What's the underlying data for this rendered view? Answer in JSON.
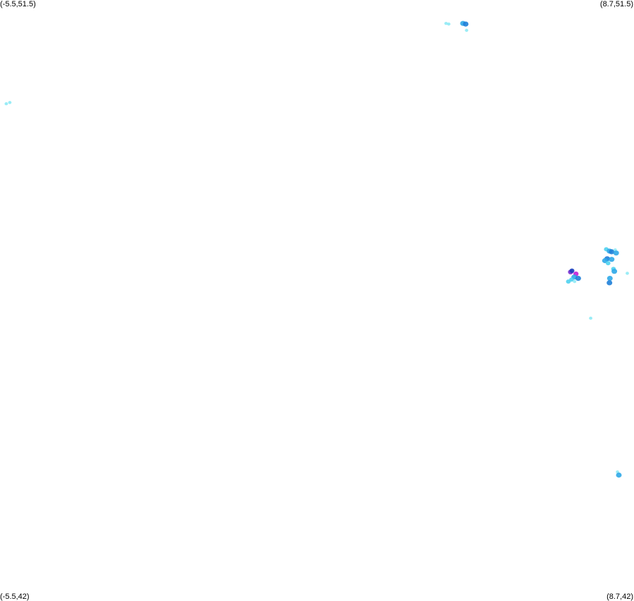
{
  "map": {
    "corners": {
      "top_left": "(-5.5,51.5)",
      "top_right": "(8.7,51.5)",
      "bottom_left": "(-5.5,42)",
      "bottom_right": "(8.7,42)"
    },
    "bounds": {
      "lon_min": -5.5,
      "lon_max": 8.7,
      "lat_min": 42,
      "lat_max": 51.5
    },
    "palette": {
      "background": "#ffffff",
      "light_cyan": "#8feaf5",
      "cyan": "#4fd2f0",
      "sky_blue": "#2fa8e8",
      "blue": "#1f7fd8",
      "dark_blue": "#1a3fbf",
      "purple": "#7a2fd0",
      "magenta": "#c21fd6"
    },
    "echoes": [
      {
        "lon": 4.49,
        "lat": 51.13,
        "intensity": "light_cyan"
      },
      {
        "lon": 4.55,
        "lat": 51.12,
        "intensity": "light_cyan"
      },
      {
        "lon": 4.87,
        "lat": 51.13,
        "intensity": "sky_blue"
      },
      {
        "lon": 4.93,
        "lat": 51.12,
        "intensity": "blue"
      },
      {
        "lon": 4.95,
        "lat": 51.02,
        "intensity": "light_cyan"
      },
      {
        "lon": -5.36,
        "lat": 49.86,
        "intensity": "light_cyan"
      },
      {
        "lon": -5.28,
        "lat": 49.88,
        "intensity": "light_cyan"
      },
      {
        "lon": 7.28,
        "lat": 47.2,
        "intensity": "purple"
      },
      {
        "lon": 7.31,
        "lat": 47.22,
        "intensity": "dark_blue"
      },
      {
        "lon": 7.4,
        "lat": 47.17,
        "intensity": "magenta"
      },
      {
        "lon": 7.36,
        "lat": 47.12,
        "intensity": "sky_blue"
      },
      {
        "lon": 7.45,
        "lat": 47.1,
        "intensity": "blue"
      },
      {
        "lon": 7.3,
        "lat": 47.08,
        "intensity": "cyan"
      },
      {
        "lon": 7.37,
        "lat": 47.05,
        "intensity": "light_cyan"
      },
      {
        "lon": 7.23,
        "lat": 47.05,
        "intensity": "cyan"
      },
      {
        "lon": 8.08,
        "lat": 47.56,
        "intensity": "cyan"
      },
      {
        "lon": 8.15,
        "lat": 47.53,
        "intensity": "sky_blue"
      },
      {
        "lon": 8.2,
        "lat": 47.52,
        "intensity": "blue"
      },
      {
        "lon": 8.28,
        "lat": 47.55,
        "intensity": "light_cyan"
      },
      {
        "lon": 8.3,
        "lat": 47.5,
        "intensity": "sky_blue"
      },
      {
        "lon": 8.1,
        "lat": 47.41,
        "intensity": "blue"
      },
      {
        "lon": 8.05,
        "lat": 47.38,
        "intensity": "sky_blue"
      },
      {
        "lon": 8.12,
        "lat": 47.34,
        "intensity": "cyan"
      },
      {
        "lon": 8.2,
        "lat": 47.4,
        "intensity": "sky_blue"
      },
      {
        "lon": 8.24,
        "lat": 47.25,
        "intensity": "cyan"
      },
      {
        "lon": 8.26,
        "lat": 47.21,
        "intensity": "sky_blue"
      },
      {
        "lon": 8.16,
        "lat": 47.1,
        "intensity": "sky_blue"
      },
      {
        "lon": 8.15,
        "lat": 47.03,
        "intensity": "blue"
      },
      {
        "lon": 8.55,
        "lat": 47.18,
        "intensity": "light_cyan"
      },
      {
        "lon": 7.73,
        "lat": 46.47,
        "intensity": "light_cyan"
      },
      {
        "lon": 8.33,
        "lat": 44.04,
        "intensity": "light_cyan"
      },
      {
        "lon": 8.36,
        "lat": 43.99,
        "intensity": "sky_blue"
      }
    ]
  }
}
